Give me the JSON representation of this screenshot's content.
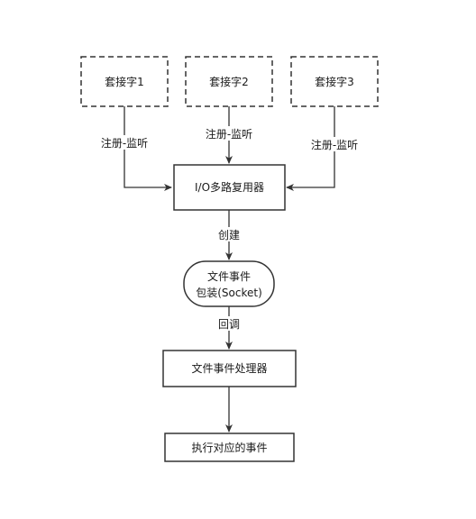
{
  "nodes": {
    "socket1": {
      "label": "套接字1"
    },
    "socket2": {
      "label": "套接字2"
    },
    "socket3": {
      "label": "套接字3"
    },
    "io_multiplexer": {
      "label": "I/O多路复用器"
    },
    "file_event_line1": "文件事件",
    "file_event_line2": "包装(Socket)",
    "file_event_handler": {
      "label": "文件事件处理器"
    },
    "execute_event": {
      "label": "执行对应的事件"
    }
  },
  "edges": {
    "register1": "注册-监听",
    "register2": "注册-监听",
    "register3": "注册-监听",
    "create": "创建",
    "callback": "回调"
  }
}
